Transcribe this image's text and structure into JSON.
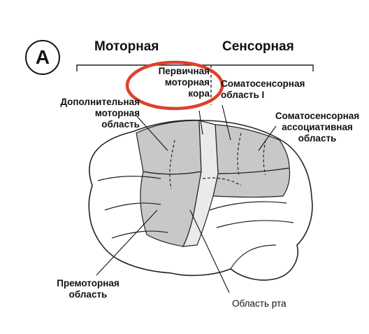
{
  "panel_letter": "A",
  "headers": {
    "motor": "Моторная",
    "sensory": "Сенсорная"
  },
  "labels": {
    "primary_motor_line1": "Первичная",
    "primary_motor_line2": "моторная",
    "primary_motor_line3": "кора",
    "supplementary_line1": "Дополнительная",
    "supplementary_line2": "моторная",
    "supplementary_line3": "область",
    "somatosensory1_line1": "Соматосенсорная",
    "somatosensory1_line2": "область I",
    "somatosensory_assoc_line1": "Соматосенсорная",
    "somatosensory_assoc_line2": "ассоциативная",
    "somatosensory_assoc_line3": "область",
    "premotor_line1": "Премоторная",
    "premotor_line2": "область",
    "mouth_area": "Область рта"
  },
  "colors": {
    "highlight_circle": "#e0402a",
    "region_fill": "#c8c8c8",
    "central_strip": "#eaeaea",
    "outline": "#222222"
  }
}
